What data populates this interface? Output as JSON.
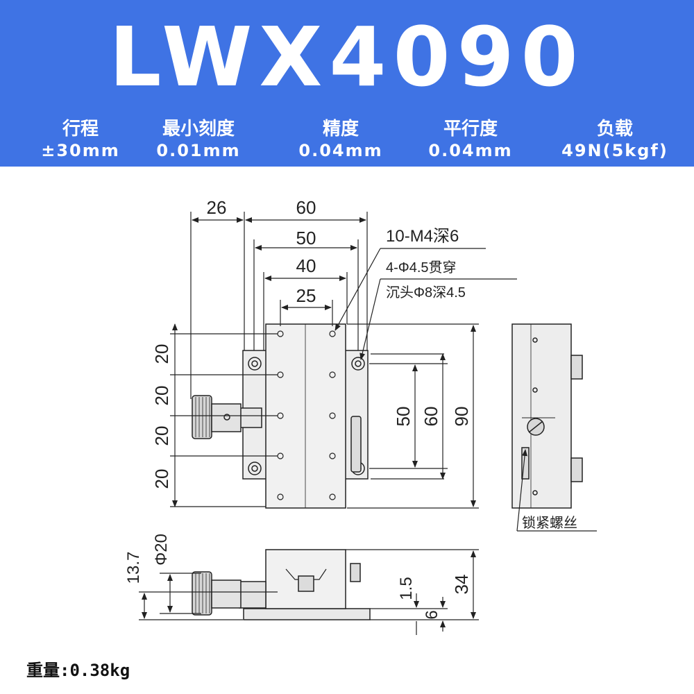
{
  "title": "LWX4090",
  "specs": [
    {
      "label": "行程",
      "value": "±30mm"
    },
    {
      "label": "最小刻度",
      "value": "0.01mm"
    },
    {
      "label": "精度",
      "value": "0.04mm"
    },
    {
      "label": "平行度",
      "value": "0.04mm"
    },
    {
      "label": "负载",
      "value": "49N(5kgf)"
    }
  ],
  "dims": {
    "d26": "26",
    "d60": "60",
    "d50": "50",
    "d40": "40",
    "d25": "25",
    "left20": [
      "20",
      "20",
      "20",
      "20"
    ],
    "right50": "50",
    "right60": "60",
    "right90": "90",
    "h13_7": "13.7",
    "phi20": "Φ20",
    "h1_5": "1.5",
    "h6": "6",
    "h34": "34"
  },
  "notes": {
    "tapped": "10-M4深6",
    "through": "4-Φ4.5贯穿",
    "counterbore": "沉头Φ8深4.5",
    "lock_screw": "锁紧螺丝"
  },
  "weight": "重量:0.38kg",
  "colors": {
    "banner": "#3f73e4",
    "text_on_banner": "#ffffff",
    "line": "#222222",
    "part": "#ebebeb"
  }
}
